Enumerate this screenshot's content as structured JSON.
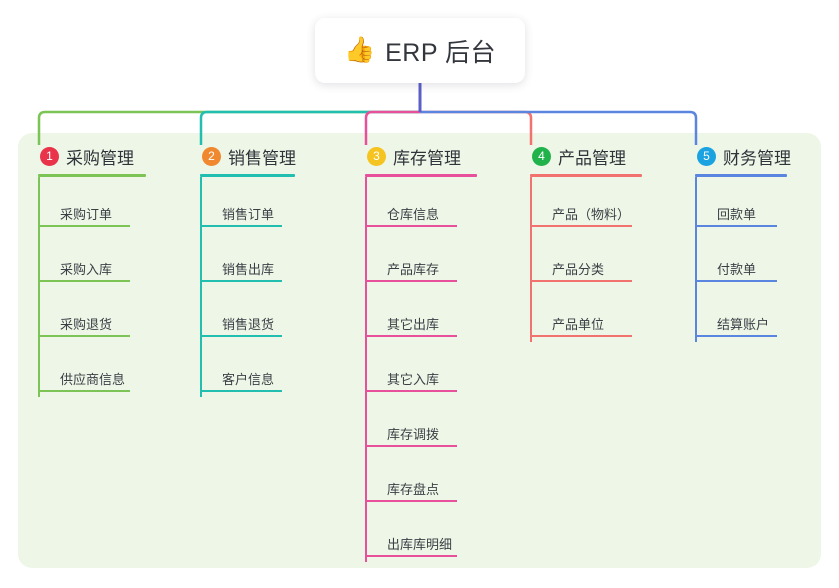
{
  "diagram": {
    "type": "mindmap",
    "root": {
      "icon": "thumbs-up-emoji",
      "emoji": "👍",
      "title": "ERP 后台"
    },
    "panel_color": "#eef7e7",
    "trunk_color": "#5b5fc7",
    "branches": [
      {
        "index": "1",
        "label": "采购管理",
        "badge_color": "#e8334a",
        "line_color": "#7dc456",
        "items": [
          "采购订单",
          "采购入库",
          "采购退货",
          "供应商信息"
        ]
      },
      {
        "index": "2",
        "label": "销售管理",
        "badge_color": "#f0882f",
        "line_color": "#22bfb0",
        "items": [
          "销售订单",
          "销售出库",
          "销售退货",
          "客户信息"
        ]
      },
      {
        "index": "3",
        "label": "库存管理",
        "badge_color": "#f5c421",
        "line_color": "#e8509b",
        "items": [
          "仓库信息",
          "产品库存",
          "其它出库",
          "其它入库",
          "库存调拨",
          "库存盘点",
          "出库库明细"
        ]
      },
      {
        "index": "4",
        "label": "产品管理",
        "badge_color": "#22b24c",
        "line_color": "#f2726f",
        "items": [
          "产品（物料）",
          "产品分类",
          "产品单位"
        ]
      },
      {
        "index": "5",
        "label": "财务管理",
        "badge_color": "#1aa3e0",
        "line_color": "#5b86e0",
        "items": [
          "回款单",
          "付款单",
          "结算账户"
        ]
      }
    ]
  }
}
